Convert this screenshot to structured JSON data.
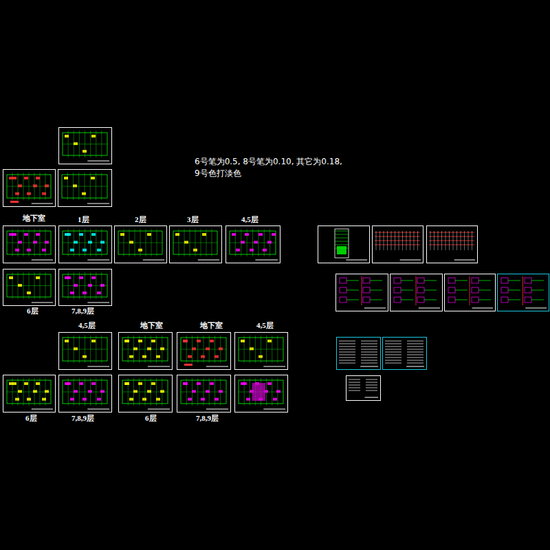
{
  "diagram": {
    "labels": [
      "6号笔为0.5, 8号笔为0.10, 其它为0.18,",
      "9号色打淡色",
      "地下室",
      "1层",
      "2层",
      "3层",
      "4,5层",
      "6层",
      "7,8,9层",
      "4,5层",
      "地下室",
      "地下室",
      "4,5层",
      "6层",
      "7,8,9层",
      "6层",
      "7,8,9层"
    ]
  }
}
